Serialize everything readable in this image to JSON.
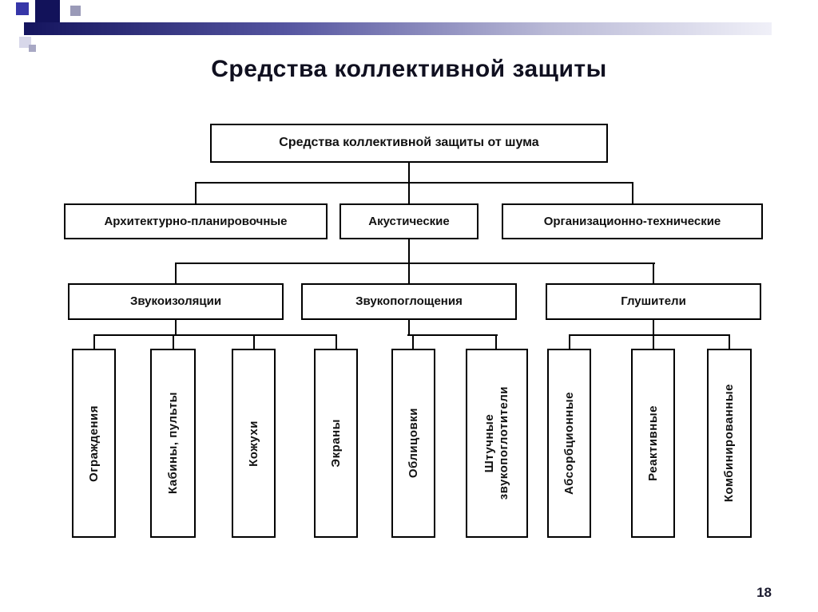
{
  "slide": {
    "title": "Средства коллективной защиты",
    "page_number": "18"
  },
  "diagram": {
    "root": "Средства коллективной защиты от шума",
    "level2": [
      "Архитектурно-планировочные",
      "Акустические",
      "Организационно-технические"
    ],
    "level3": [
      "Звукоизоляции",
      "Звукопоглощения",
      "Глушители"
    ],
    "leaves": {
      "soundproofing": [
        "Ограждения",
        "Кабины, пульты",
        "Кожухи",
        "Экраны"
      ],
      "absorption": [
        "Облицовки",
        "Штучные\nзвукопоглотители"
      ],
      "mufflers": [
        "Абсорбционные",
        "Реактивные",
        "Комбинированные"
      ]
    }
  }
}
